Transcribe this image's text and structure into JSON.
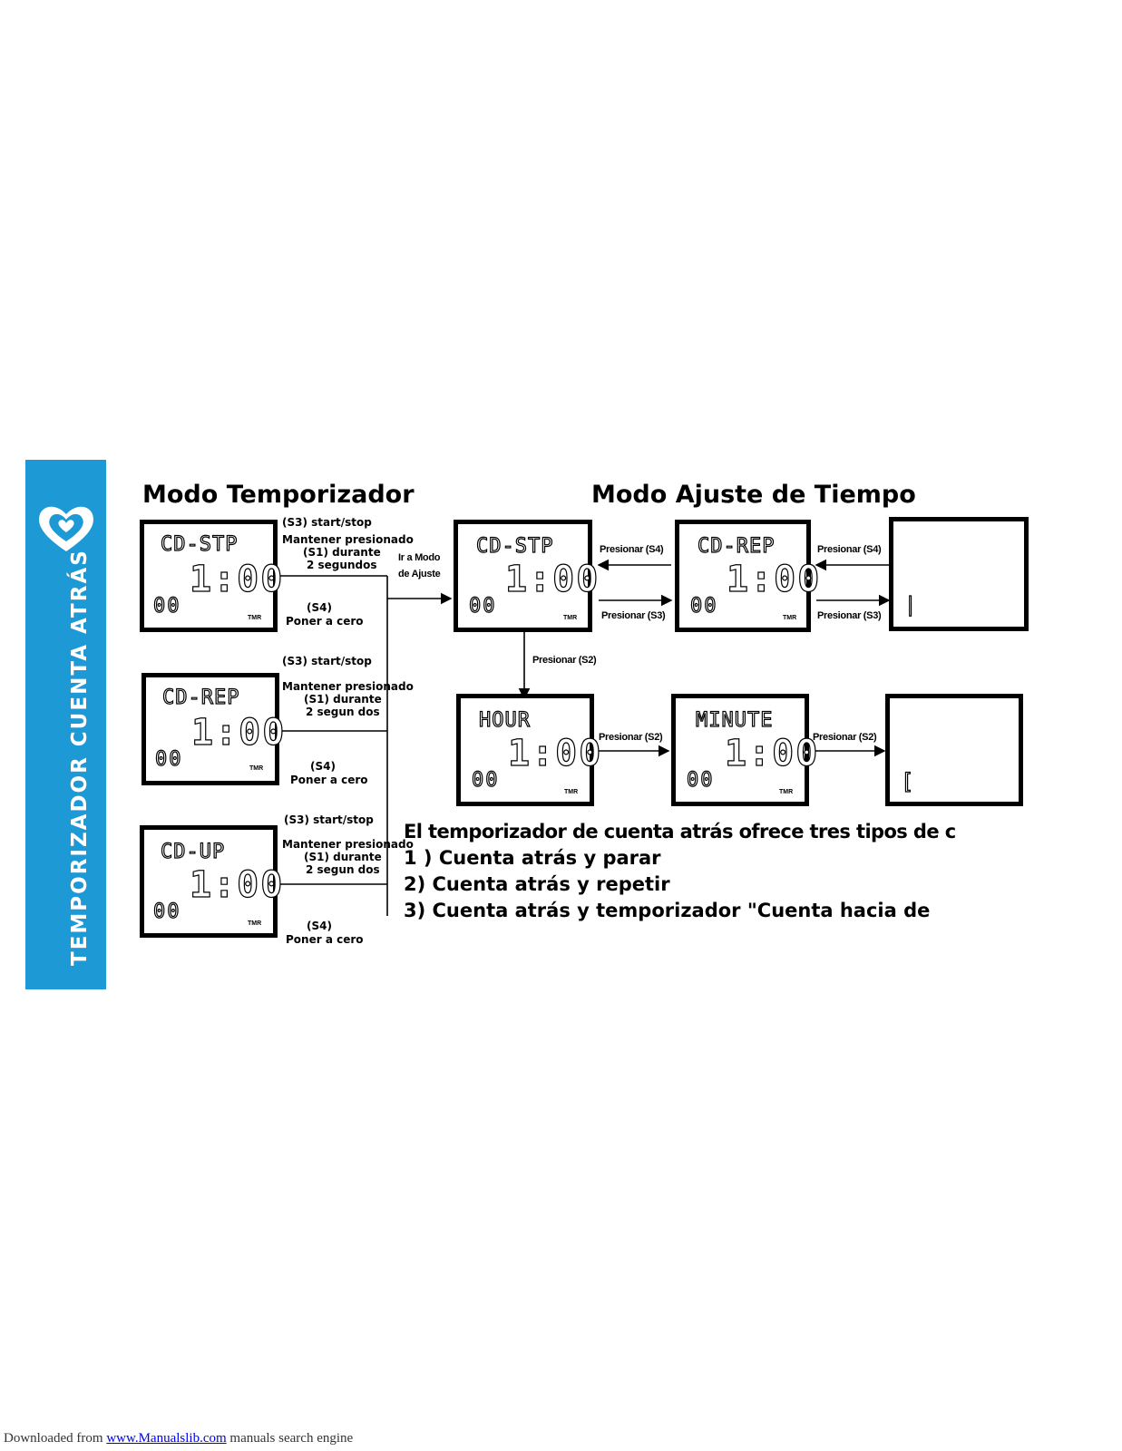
{
  "sidebar": {
    "title": "TEMPORIZADOR CUENTA ATRÁS",
    "color": "#1d9ad6"
  },
  "headings": {
    "left": "Modo Temporizador",
    "right": "Modo Ajuste de Tiempo"
  },
  "screens": {
    "s1": {
      "top": "CD-STP",
      "big": "1:00",
      "small": "00",
      "tag": "TMR"
    },
    "s2": {
      "top": "CD-REP",
      "big": "1:00",
      "small": "00",
      "tag": "TMR"
    },
    "s3": {
      "top": "CD-UP",
      "big": "1:00",
      "small": "00",
      "tag": "TMR"
    },
    "s4": {
      "top": "CD-STP",
      "big": "1:00",
      "small": "00",
      "tag": "TMR"
    },
    "s5": {
      "top": "CD-REP",
      "big": "1:00",
      "small": "00",
      "tag": "TMR"
    },
    "s6": {
      "partial": "|"
    },
    "s7": {
      "top": "HOUR",
      "big": "1:00",
      "small": "00",
      "tag": "TMR"
    },
    "s8": {
      "top": "MINUTE",
      "big": "1:00",
      "small": "00",
      "tag": "TMR"
    },
    "s9": {
      "partial": "["
    }
  },
  "labels": {
    "g1_start": "(S3) start/stop",
    "g1_hold": "Mantener presionado",
    "g1_s1": "(S1) durante",
    "g1_sec": "2 segundos",
    "g1_s4": "(S4)",
    "g1_reset": "Poner a cero",
    "g2_start": "(S3) start/stop",
    "g2_hold": "Mantener presionado",
    "g2_s1": "(S1) durante",
    "g2_sec": "2 segun dos",
    "g2_s4": "(S4)",
    "g2_reset": "Poner a cero",
    "g3_start": "(S3) start/stop",
    "g3_hold": "Mantener presionado",
    "g3_s1": "(S1) durante",
    "g3_sec": "2 segun dos",
    "g3_s4": "(S4)",
    "g3_reset": "Poner a cero",
    "goto_1": "Ir a Modo",
    "goto_2": "de Ajuste",
    "press_s4_a": "Presionar (S4)",
    "press_s3_a": "Presionar (S3)",
    "press_s4_b": "Presionar (S4)",
    "press_s3_b": "Presionar (S3)",
    "press_s2_down": "Presionar (S2)",
    "press_s2_a": "Presionar (S2)",
    "press_s2_b": "Presionar (S2)"
  },
  "body": {
    "intro": "El temporizador de cuenta atrás ofrece tres tipos de c",
    "item1": "1 ) Cuenta atrás y parar",
    "item2": "2) Cuenta atrás y repetir",
    "item3": "3) Cuenta atrás y temporizador \"Cuenta hacia de"
  },
  "footer": {
    "prefix": "Downloaded from ",
    "link": "www.Manualslib.com",
    "suffix": " manuals search engine"
  }
}
